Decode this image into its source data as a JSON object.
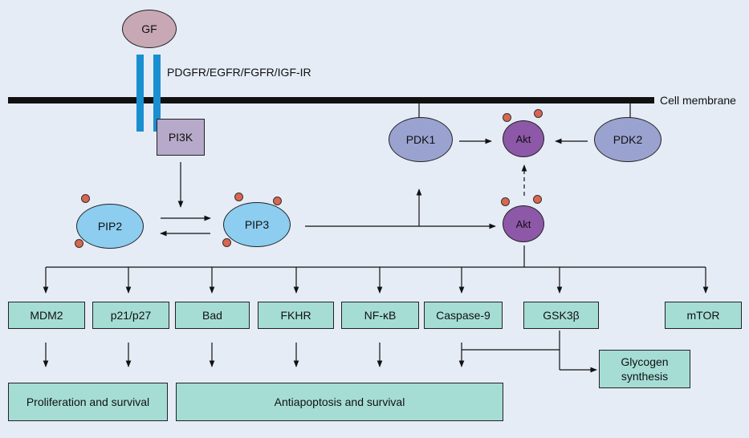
{
  "nodes": {
    "gf": "GF",
    "receptor": "PDGFR/EGFR/FGFR/IGF-IR",
    "membrane": "Cell membrane",
    "pi3k": "PI3K",
    "pip2": "PIP2",
    "pip3": "PIP3",
    "pdk1": "PDK1",
    "pdk2": "PDK2",
    "akt_active": "Akt",
    "akt": "Akt"
  },
  "targets": {
    "mdm2": "MDM2",
    "p21": "p21/p27",
    "bad": "Bad",
    "fkhr": "FKHR",
    "nfkb": "NF-κB",
    "caspase9": "Caspase-9",
    "gsk3b": "GSK3β",
    "mtor": "mTOR"
  },
  "outcomes": {
    "proliferation": "Proliferation and survival",
    "antiapoptosis": "Antiapoptosis and survival",
    "glycogen": "Glycogen synthesis"
  },
  "colors": {
    "background": "#e5ecf6",
    "membrane": "#111111",
    "receptor": "#1a8fd0",
    "phosphate": "#d9664e",
    "akt": "#8d58a8",
    "boxes": "#a5ddd5"
  }
}
